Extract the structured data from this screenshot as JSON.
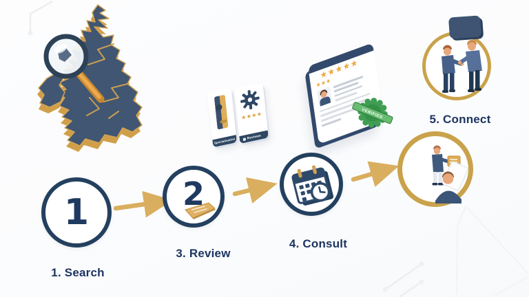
{
  "diagram": {
    "kind": "process-infographic",
    "region": "United Kingdom map with magnifying glass"
  },
  "steps": [
    {
      "circle_number": "1",
      "label": "1. Search",
      "icon": "number-circle"
    },
    {
      "circle_number": "2",
      "label": "3. Review",
      "icon": "number-circle-with-ticket"
    },
    {
      "circle_number": "",
      "label": "4. Consult",
      "icon": "calendar-clock-icon"
    },
    {
      "circle_number": "",
      "label": "5. Connect",
      "icon": "handshake-illustration"
    },
    {
      "circle_number": "",
      "label": "",
      "icon": "advisor-handing-document-illustration"
    }
  ],
  "cards": {
    "specialisation_label": "Specialisation",
    "reviews_label": "Reviews",
    "reviews_stars_text": "★★★★"
  },
  "profile_card": {
    "stars_large": "★★★★★",
    "stars_small": "★★★",
    "badge_label": "VERIFIED"
  },
  "colors": {
    "navy": "#24405f",
    "navy_text": "#1d3461",
    "map_fill": "#415672",
    "gold": "#d3a452",
    "gold_ring": "#c9a24b",
    "arrow_gold": "#d9ae5f",
    "badge_green": "#3f9e52",
    "background": "#fcfdfe"
  }
}
